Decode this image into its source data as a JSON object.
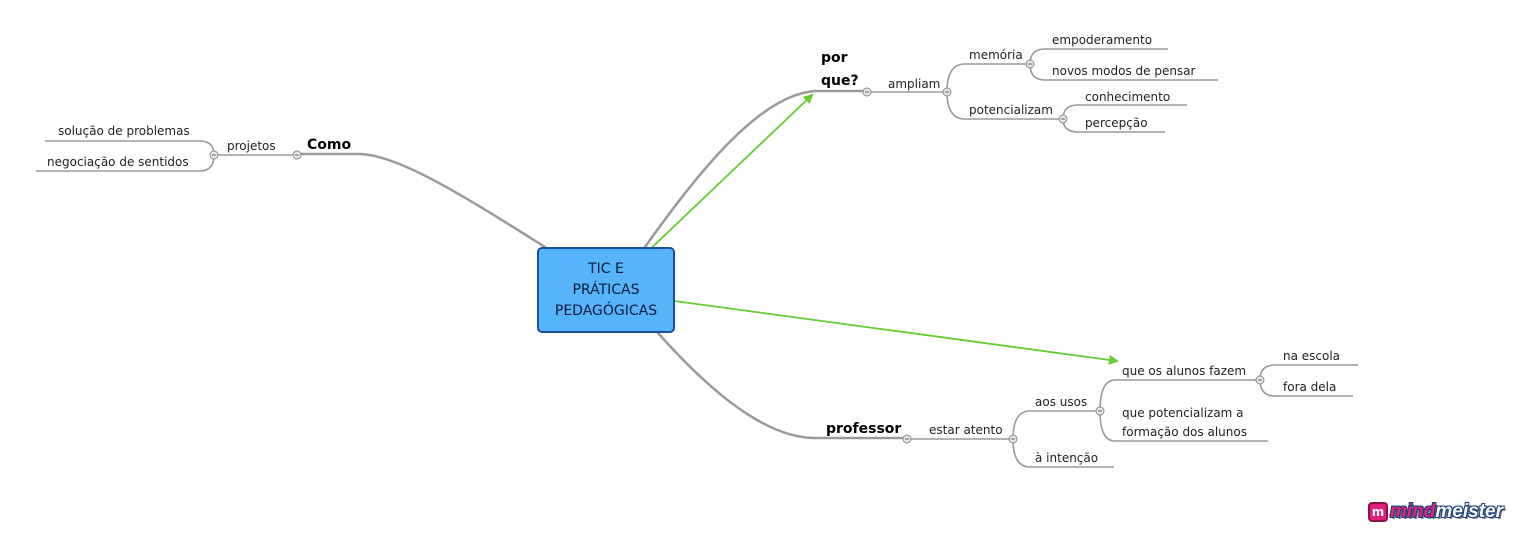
{
  "central": {
    "label": "TIC E\nPRÁTICAS\nPEDAGÓGICAS"
  },
  "branches": {
    "como": {
      "label": "Como",
      "child": "projetos",
      "leaves": [
        "solução de problemas",
        "negociação de sentidos"
      ]
    },
    "porque": {
      "label_line1": "por",
      "label_line2": "que?",
      "child": "ampliam",
      "memoria": {
        "label": "memória",
        "leaves": [
          "empoderamento",
          "novos modos de pensar"
        ]
      },
      "potencializam": {
        "label": "potencializam",
        "leaves": [
          "conhecimento",
          "percepção"
        ]
      }
    },
    "professor": {
      "label": "professor",
      "child": "estar atento",
      "aos_usos": {
        "label": "aos usos",
        "alunos": {
          "label": "que os alunos fazem",
          "leaves": [
            "na escola",
            "fora dela"
          ]
        },
        "formacao_line1": "que potencializam a",
        "formacao_line2": "formação dos alunos"
      },
      "intencao": "à intenção"
    }
  },
  "logo": {
    "mark": "m",
    "text_part1": "mind",
    "text_part2": "meister"
  },
  "colors": {
    "connector": "#999999",
    "link": "#66cc33",
    "central_fill": "#55b4fa",
    "central_border": "#1b4f9a"
  }
}
